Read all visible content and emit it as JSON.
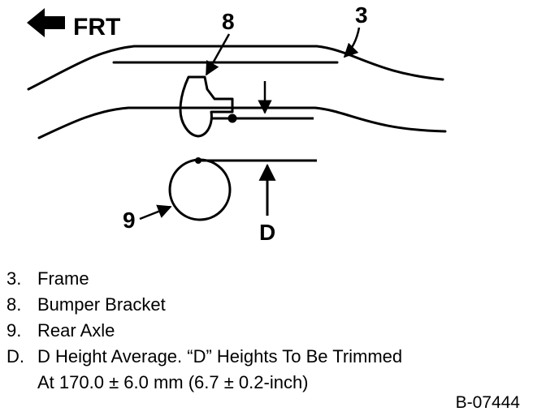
{
  "direction": {
    "label": "FRT",
    "icon": "arrow-left-icon"
  },
  "callouts": {
    "frame": "3",
    "bracket": "8",
    "axle": "9",
    "height": "D"
  },
  "legend": [
    {
      "key": "3.",
      "text": "Frame"
    },
    {
      "key": "8.",
      "text": "Bumper Bracket"
    },
    {
      "key": "9.",
      "text": "Rear Axle"
    },
    {
      "key": "D.",
      "text": "D Height Average. “D” Heights To Be Trimmed",
      "continuation": "At 170.0 ± 6.0 mm (6.7 ± 0.2-inch)"
    }
  ],
  "figure_id": "B-07444"
}
